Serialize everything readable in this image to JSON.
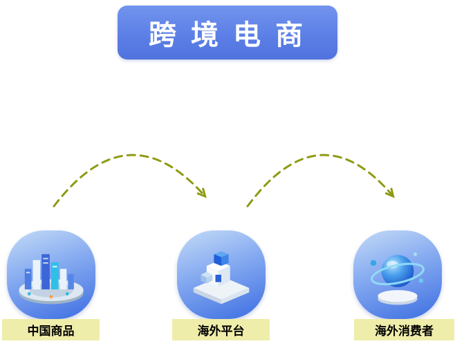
{
  "title": {
    "text": "跨 境 电 商"
  },
  "nodes": [
    {
      "id": "china-goods",
      "label": "中国商品",
      "icon": "city-buildings-icon"
    },
    {
      "id": "overseas-platform",
      "label": "海外平台",
      "icon": "platform-cubes-icon"
    },
    {
      "id": "overseas-consumer",
      "label": "海外消费者",
      "icon": "globe-sphere-icon"
    }
  ],
  "arrows": [
    {
      "from": "中国商品",
      "to": "海外平台",
      "style": "dashed-curve"
    },
    {
      "from": "海外平台",
      "to": "海外消费者",
      "style": "dashed-curve"
    }
  ],
  "colors": {
    "title_background": "#5c80e6",
    "title_text": "#ffffff",
    "node_gradient_top": "#c4dbf7",
    "node_gradient_bottom": "#3d6ee2",
    "label_background": "#efedaa",
    "label_text": "#000000",
    "arrow": "#8e9a12"
  }
}
